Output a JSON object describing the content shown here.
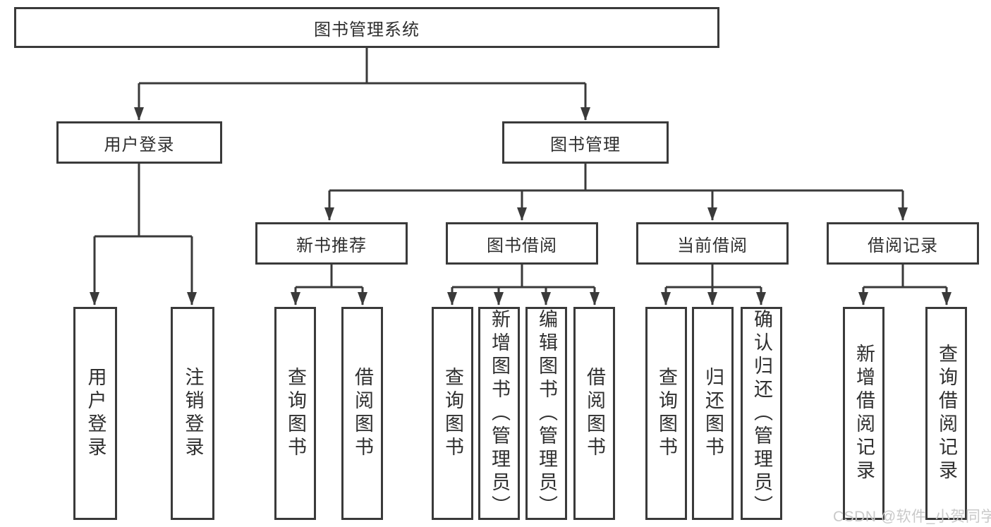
{
  "nodes": {
    "root": "图书管理系统",
    "l2": [
      "用户登录",
      "图书管理"
    ],
    "l3": [
      "新书推荐",
      "图书借阅",
      "当前借阅",
      "借阅记录"
    ],
    "leaves_login": [
      "用户登录",
      "注销登录"
    ],
    "leaves_recommend": [
      "查询图书",
      "借阅图书"
    ],
    "leaves_borrow": [
      "查询图书",
      "新增图书（管理员）",
      "编辑图书（管理员）",
      "借阅图书"
    ],
    "leaves_current": [
      "查询图书",
      "归还图书",
      "确认归还（管理员）"
    ],
    "leaves_records": [
      "新增借阅记录",
      "查询借阅记录"
    ]
  },
  "tree": {
    "图书管理系统": [
      "用户登录",
      "图书管理"
    ],
    "用户登录": [
      "用户登录",
      "注销登录"
    ],
    "图书管理": [
      "新书推荐",
      "图书借阅",
      "当前借阅",
      "借阅记录"
    ],
    "新书推荐": [
      "查询图书",
      "借阅图书"
    ],
    "图书借阅": [
      "查询图书",
      "新增图书（管理员）",
      "编辑图书（管理员）",
      "借阅图书"
    ],
    "当前借阅": [
      "查询图书",
      "归还图书",
      "确认归还（管理员）"
    ],
    "借阅记录": [
      "新增借阅记录",
      "查询借阅记录"
    ]
  },
  "watermark": {
    "text": "CSDN @软件_小贺同学"
  },
  "colors": {
    "background": "#ffffff",
    "line": "#3a3a3a",
    "box_border": "#3a3a3a",
    "text": "#2f2f2f",
    "watermark": "#c9c9c9"
  }
}
